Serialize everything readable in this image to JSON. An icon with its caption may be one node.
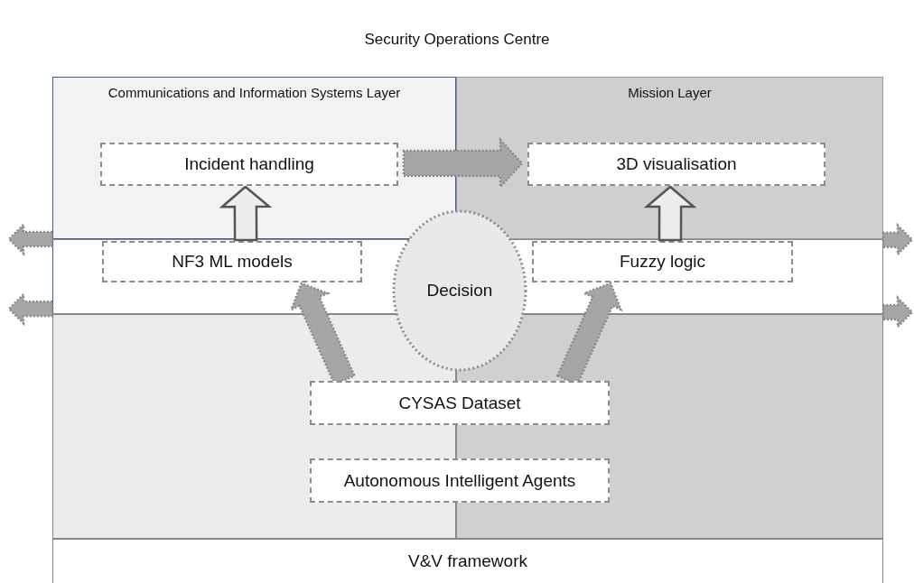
{
  "diagram": {
    "title": "Security Operations Centre",
    "nodes": [
      {
        "text": [
          "Communications and Information Systems Layer"
        ]
      },
      {
        "text": [
          "Mission Layer"
        ]
      },
      {
        "text": [
          "Incident handling"
        ],
        "in": 0
      },
      {
        "text": [
          "3D visualisation"
        ],
        "in": 1
      },
      {
        "text": [],
        "shape": "box"
      },
      {
        "text": [
          "NF3 ML models"
        ],
        "in": 4
      },
      {
        "text": [
          "Decision"
        ]
      },
      {
        "text": [
          "Fuzzy logic"
        ],
        "in": 4
      },
      {
        "text": [
          "CYSAS Dataset"
        ]
      },
      {
        "text": [
          "Autonomous Intelligent Agents"
        ]
      },
      {
        "text": [
          "V&V framework"
        ]
      }
    ],
    "edges": [
      {
        "from": 2,
        "to": 3,
        "arrow": "to",
        "style": "dashed"
      },
      {
        "from": 5,
        "to": 2,
        "arrow": "to"
      },
      {
        "from": 7,
        "to": 3,
        "arrow": "to"
      },
      {
        "from": 8,
        "to": 5,
        "arrow": "to",
        "style": "dashed"
      },
      {
        "from": 8,
        "to": 7,
        "arrow": "to",
        "style": "dashed"
      },
      {
        "from": 4,
        "to": null,
        "arrow": "to",
        "style": "dashed"
      },
      {
        "from": 4,
        "to": null,
        "arrow": "to",
        "style": "dashed"
      },
      {
        "from": 4,
        "to": null,
        "arrow": "to",
        "style": "dashed"
      },
      {
        "from": 4,
        "to": null,
        "arrow": "to",
        "style": "dashed"
      }
    ]
  }
}
